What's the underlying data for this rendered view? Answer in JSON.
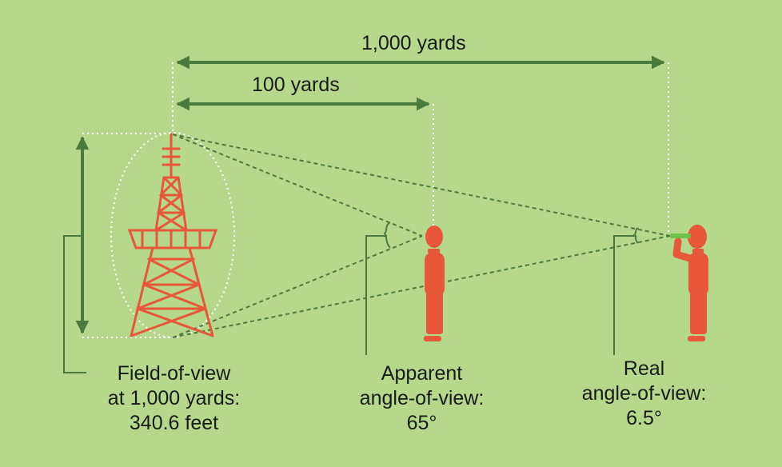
{
  "dimensions": {
    "far_distance": "1,000 yards",
    "near_distance": "100 yards"
  },
  "captions": {
    "field_of_view": [
      "Field-of-view",
      "at 1,000 yards:",
      "340.6 feet"
    ],
    "apparent_angle": [
      "Apparent",
      "angle-of-view:",
      "65°"
    ],
    "real_angle": [
      "Real",
      "angle-of-view:",
      "6.5°"
    ]
  },
  "colors": {
    "background": "#b5d88a",
    "arrow": "#4b7a3e",
    "figure": "#e8573a",
    "dotted": "#ffffff",
    "sight_line": "#4b7a3e",
    "binoculars": "#6cc24a"
  },
  "icons": {
    "tower": "transmission-tower-icon",
    "person": "person-icon",
    "person_binoculars": "person-with-binoculars-icon"
  }
}
